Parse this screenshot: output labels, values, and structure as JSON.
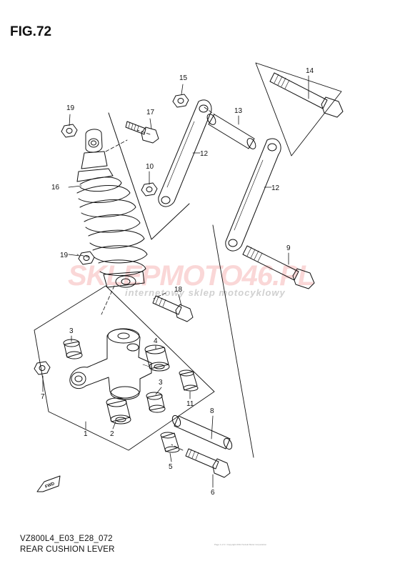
{
  "figure": {
    "title": "FIG.72"
  },
  "footer": {
    "code": "VZ800L4_E03_E28_072",
    "title": "REAR CUSHION LEVER",
    "note": "Page 1 of 1 / Copyright 2014 Suzuki Motor Corporation"
  },
  "watermark": {
    "brand": "SKLEPMOTO46.PL",
    "tagline": "internetowy sklep motocyklowy"
  },
  "fwd_label": "FWD",
  "callouts": [
    {
      "id": "c1",
      "text": "1"
    },
    {
      "id": "c2",
      "text": "2"
    },
    {
      "id": "c3a",
      "text": "3"
    },
    {
      "id": "c3b",
      "text": "3"
    },
    {
      "id": "c4",
      "text": "4"
    },
    {
      "id": "c5",
      "text": "5"
    },
    {
      "id": "c6",
      "text": "6"
    },
    {
      "id": "c7",
      "text": "7"
    },
    {
      "id": "c8",
      "text": "8"
    },
    {
      "id": "c9",
      "text": "9"
    },
    {
      "id": "c10",
      "text": "10"
    },
    {
      "id": "c11",
      "text": "11"
    },
    {
      "id": "c12a",
      "text": "12"
    },
    {
      "id": "c12b",
      "text": "12"
    },
    {
      "id": "c13",
      "text": "13"
    },
    {
      "id": "c14",
      "text": "14"
    },
    {
      "id": "c15",
      "text": "15"
    },
    {
      "id": "c16",
      "text": "16"
    },
    {
      "id": "c17",
      "text": "17"
    },
    {
      "id": "c18",
      "text": "18"
    },
    {
      "id": "c19a",
      "text": "19"
    },
    {
      "id": "c19b",
      "text": "19"
    }
  ]
}
